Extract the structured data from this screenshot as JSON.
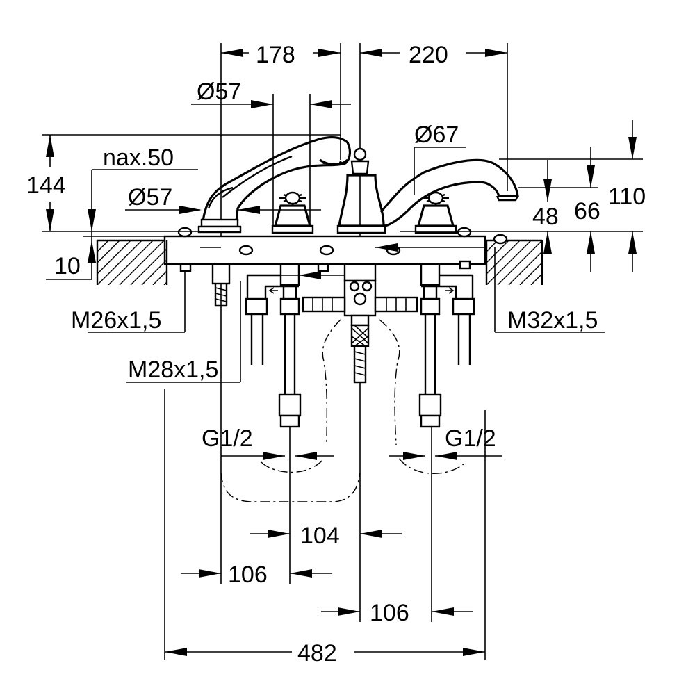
{
  "dimensions": {
    "top_width_left": "178",
    "top_width_right": "220",
    "handshower_dia": "57",
    "spout_dia": "67",
    "height_144": "144",
    "max_50": "nax.50",
    "valve_dia": "57",
    "height_110": "110",
    "height_48": "48",
    "height_66": "66",
    "deck_10": "10",
    "thread_m26": "M26x1,5",
    "thread_m32": "M32x1,5",
    "thread_m28": "M28x1,5",
    "g_left": "G1/2",
    "g_right": "G1/2",
    "spacing_104": "104",
    "spacing_106_left": "106",
    "spacing_106_right": "106",
    "overall_482": "482"
  },
  "symbols": {
    "diameter": "Ø"
  },
  "colors": {
    "line": "#000000",
    "background": "#ffffff"
  }
}
